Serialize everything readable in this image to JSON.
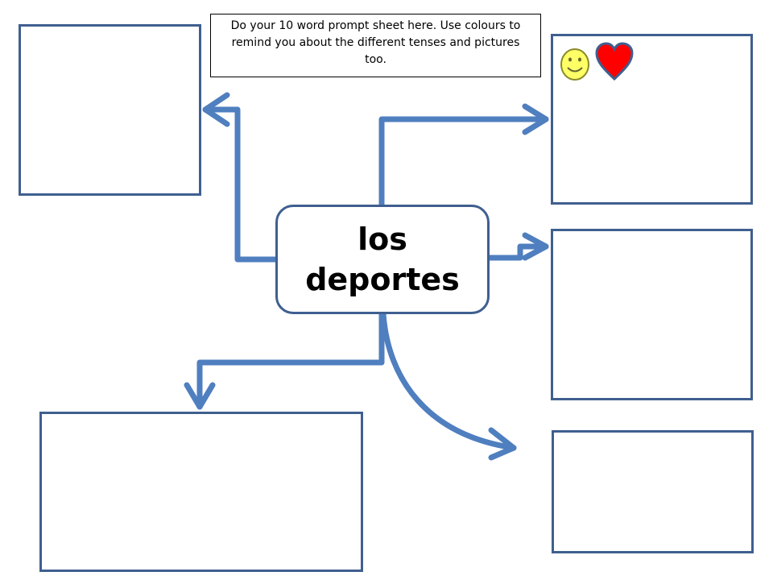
{
  "instruction": {
    "text": "Do your 10 word prompt sheet here.  Use colours to remind you about the different tenses and pictures too."
  },
  "center": {
    "line1": "los",
    "line2": "deportes"
  },
  "boxes": [
    {
      "id": "top-left"
    },
    {
      "id": "top-right"
    },
    {
      "id": "middle-right"
    },
    {
      "id": "bottom-left"
    },
    {
      "id": "bottom-right"
    }
  ],
  "icons": [
    "smiley-face-icon",
    "heart-icon"
  ],
  "colors": {
    "arrow": "#4f7fbf",
    "box_border": "#3f5f8f",
    "smiley_fill": "#ffff66",
    "heart_fill": "#ff0000"
  }
}
